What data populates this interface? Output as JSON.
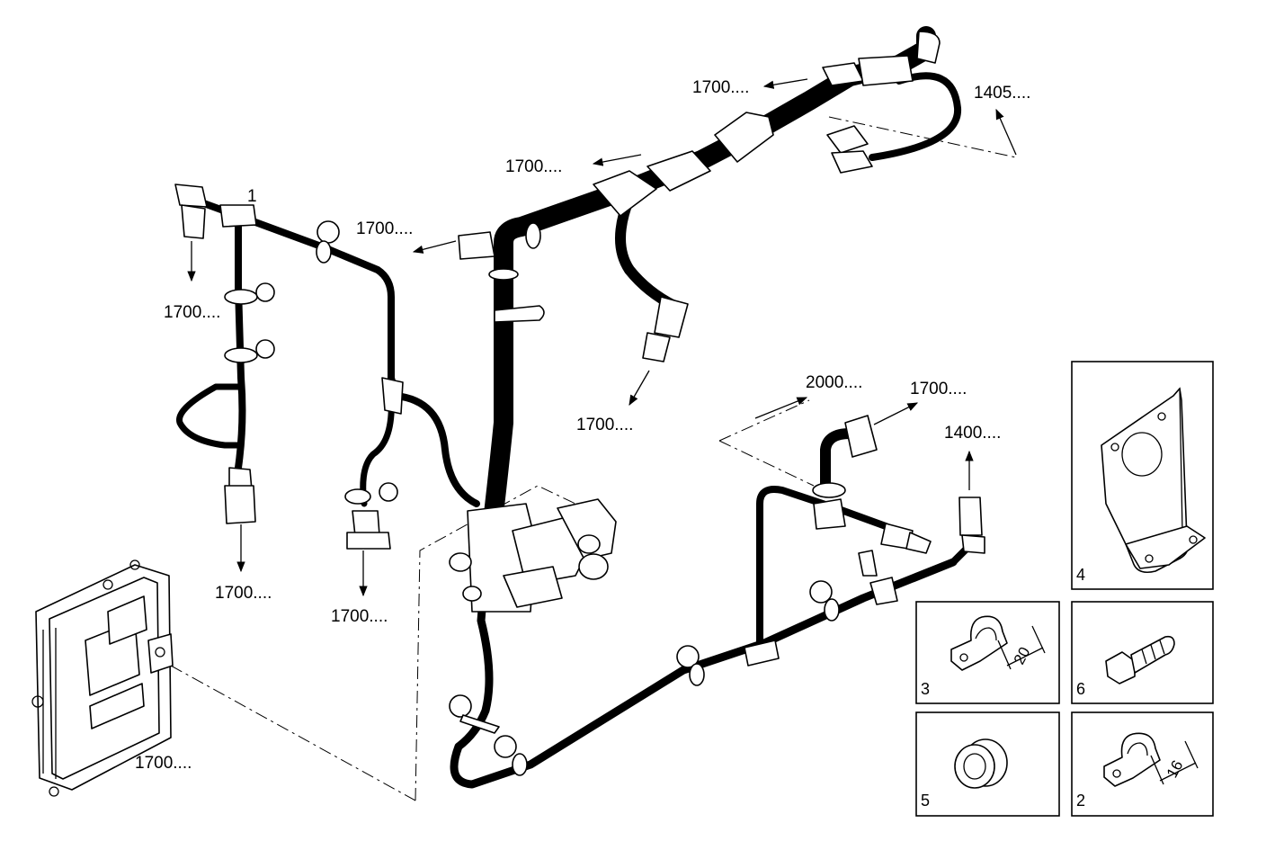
{
  "callouts": [
    {
      "id": "c1",
      "text": "1700...."
    },
    {
      "id": "c2",
      "text": "1700...."
    },
    {
      "id": "c3",
      "text": "1700...."
    },
    {
      "id": "c4",
      "text": "1700...."
    },
    {
      "id": "c5",
      "text": "1700...."
    },
    {
      "id": "c6",
      "text": "1700...."
    },
    {
      "id": "c7",
      "text": "1700...."
    },
    {
      "id": "c8",
      "text": "1700...."
    },
    {
      "id": "c9",
      "text": "1700...."
    },
    {
      "id": "c10",
      "text": "1405...."
    },
    {
      "id": "c11",
      "text": "2000...."
    },
    {
      "id": "c12",
      "text": "1400...."
    }
  ],
  "item_number_1": "1",
  "insets": [
    {
      "number": "4"
    },
    {
      "number": "3",
      "dimension": "20"
    },
    {
      "number": "6"
    },
    {
      "number": "5"
    },
    {
      "number": "2",
      "dimension": "16"
    }
  ]
}
